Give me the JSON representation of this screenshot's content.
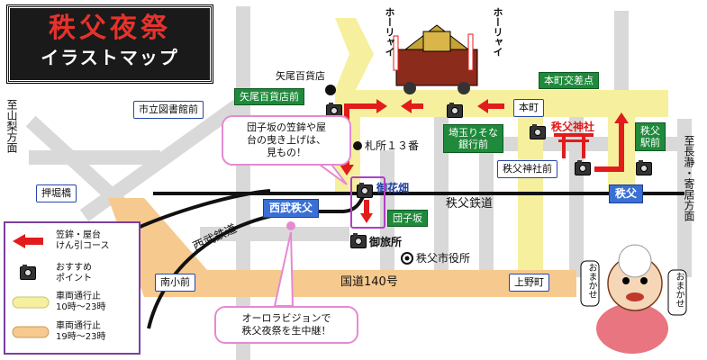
{
  "title": {
    "line1": "秩父夜祭",
    "line2": "イラストマップ"
  },
  "legend": {
    "route_label": "笠鉾・屋台\nけん引コース",
    "photo_label": "おすすめ\nポイント",
    "closure1_label": "車両通行止\n10時～23時",
    "closure2_label": "車両通行止\n19時～23時"
  },
  "directions": {
    "yamanashi": "至山梨方面",
    "nagatoro": "至長瀞・寄居方面"
  },
  "chants": {
    "left": "ホーリャイ",
    "right": "ホーリャイ"
  },
  "labels": {
    "yao_department": "矢尾百貨店",
    "yao_department_front": "矢尾百貨店前",
    "library_front": "市立図書館前",
    "honmachi_crossing_front": "本町交差点",
    "honmachi": "本町",
    "saitama_resona": "埼玉りそな\n銀行前",
    "chichibu_shrine": "秩父神社",
    "chichibu_shrine_front": "秩父神社前",
    "chichibu_station_front": "秩父\n駅前",
    "fudasho_13": "札所１３番",
    "oshippori": "押堀橋",
    "seibu_chichibu": "西武秩父",
    "seibu_railway": "西武鉄道",
    "gohanabatake": "御花畑",
    "dangozaka": "団子坂",
    "otabisho": "御旅所",
    "chichibu_railway": "秩父鉄道",
    "chichibu_station": "秩父",
    "city_hall": "秩父市役所",
    "minamikoji_front": "南小前",
    "route_140": "国道140号",
    "kaminomachi": "上野町",
    "omakase_left": "おまかせ",
    "omakase_right": "おまかせ"
  },
  "callouts": {
    "dangozaka_note": "団子坂の笠鉾や屋\n台の曳き上げは、\n見もの！",
    "aurora_note": "オーロラビジョンで\n秩父夜祭を生中継！"
  },
  "colors": {
    "route_arrow": "#e21b1b",
    "closure_yellow": "#f6f09e",
    "closure_orange": "#f6c98e",
    "road_gray": "#d9d9d9",
    "railway": "#111111",
    "station_blue": "#3a6fd6",
    "label_green": "#1f8a3b",
    "callout_pink": "#e58ad2",
    "title_bg": "#1a1a1a",
    "title_text": "#e6322b"
  },
  "icons": {
    "photo_spot": "camera-icon",
    "shrine": "torii-icon",
    "landmark": "dot-icon",
    "city_hall": "circle-dot-icon",
    "mascot": "mascot-character-icon",
    "float": "festival-float-icon"
  }
}
